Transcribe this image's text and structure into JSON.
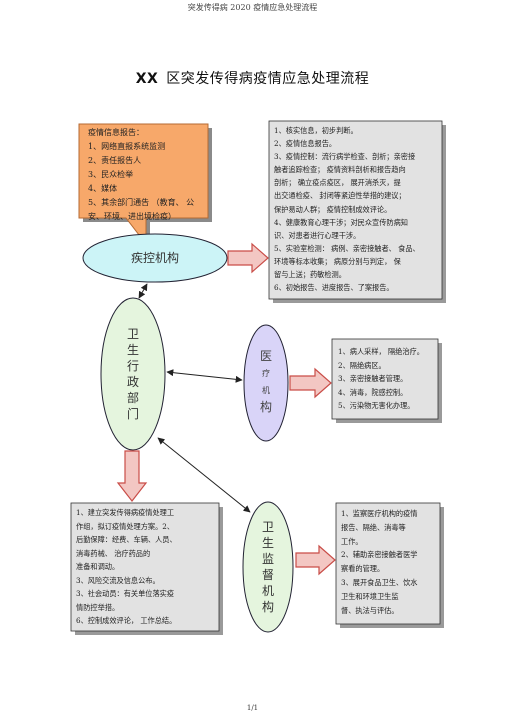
{
  "header": "突发传得病 2020 疫情应急处理流程",
  "title": {
    "prefix": "XX",
    "text": "区突发传得病疫情应急处理流程"
  },
  "colors": {
    "orange_fill": "#f7a86a",
    "cyan_fill": "#ccf4f7",
    "lavender_fill": "#d9d4f8",
    "green_fill": "#e5f5de",
    "gray_box": "#e2e2e2",
    "arrow_fill": "#f3c7c3",
    "arrow_stroke": "#c94d48"
  },
  "report_box": {
    "lines": [
      "疫情信息报告：",
      "1、网络直报系统监测",
      "2、责任报告人",
      "3、民众检举",
      "4、媒体",
      "5、其余部门通告 （教育、  公",
      "   安、环境、进出境检疫）"
    ]
  },
  "disease_control": {
    "label": "疾控机构",
    "tasks": [
      "1、核实信息，初步判断。",
      "2、疫情信息报告。",
      "3、疫情控制：流行病学检查、剖析；亲密接",
      "   触者追踪检查；   疫情资料剖析和报告趋向",
      "   剖析；  确立疫点疫区，  展开消杀灭，提",
      "   出交通检疫、  封闭等紧迫性举措的建议；",
      "   保护易动人群；   疫情控制成效评论。",
      "4、健康教育心理干涉；对民众宣传防病知",
      "   识、对患者进行心理干涉。",
      "5、实验室检测：  病例、亲密接触者、  食品、",
      "   环境等标本收集；  病原分别与判定，  保",
      "   留与上送；药敏检测。",
      "6、初始报告、进度报告、了案报告。"
    ]
  },
  "health_admin": {
    "chars": [
      "卫",
      "生",
      "行",
      "政",
      "部",
      "门"
    ]
  },
  "medical": {
    "chars": [
      "医",
      "疗",
      "机",
      "构"
    ],
    "tasks": [
      "1、病人采样，  隔绝治疗。",
      "2、隔绝病区。",
      "3、亲密接触者管理。",
      "4、消毒，院感控制。",
      "5、污染物无害化办理。"
    ]
  },
  "admin_tasks": {
    "lines": [
      "1、建立突发传得病疫情处理工",
      "   作组，拟订疫情处理方案。2、",
      "后勤保障：经费、车辆、人员、",
      "       消毒药械、  治疗药品的",
      "   准备和调动。",
      "3、风险交流及信息公布。",
      "3、社会动员：有关单位落实疫",
      "   情防控举措。",
      "6、控制成效评论，    工作总结。"
    ]
  },
  "supervision": {
    "chars": [
      "卫",
      "生",
      "监",
      "督",
      "机",
      "构"
    ],
    "tasks": [
      "1、监察医疗机构的疫情",
      "   报告、隔绝、消毒等",
      "   工作。",
      "2、辅助亲密接触者医学",
      "   察看的管理。",
      "3、展开食品卫生、饮水",
      "   卫生和环境卫生监",
      "   督、执法与评估。"
    ]
  },
  "page_number": "1/1"
}
